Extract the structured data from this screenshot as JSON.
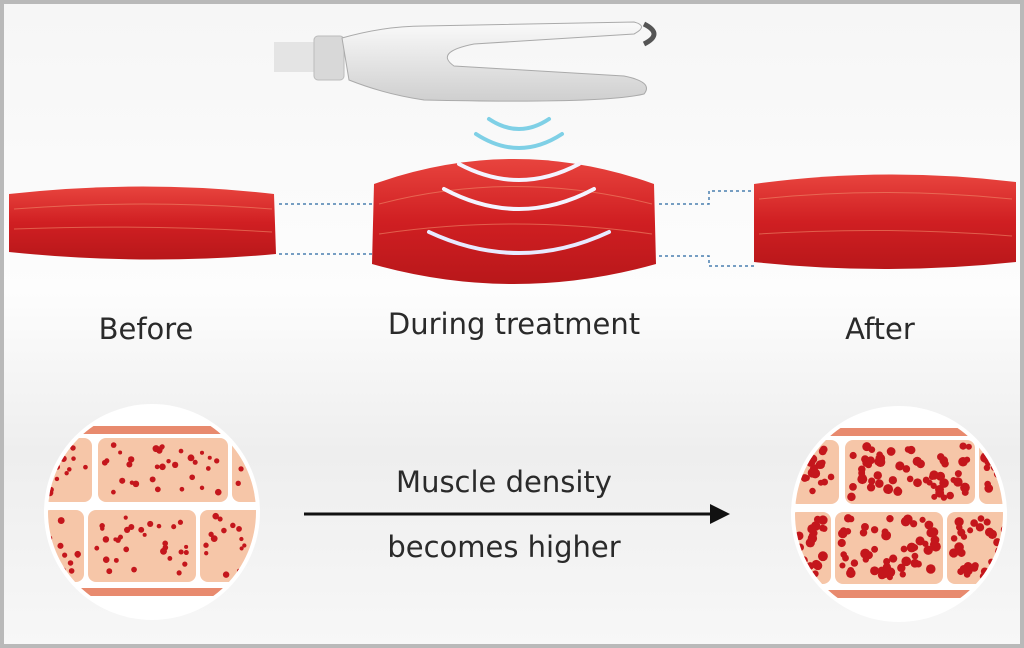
{
  "labels": {
    "before": "Before",
    "during": "During treatment",
    "after": "After"
  },
  "caption": {
    "line1": "Muscle density",
    "line2": "becomes higher"
  },
  "colors": {
    "muscle": "#d8262a",
    "cell": "#f6c6a8",
    "dot": "#c4161c",
    "wave": "#7fd0e6"
  }
}
